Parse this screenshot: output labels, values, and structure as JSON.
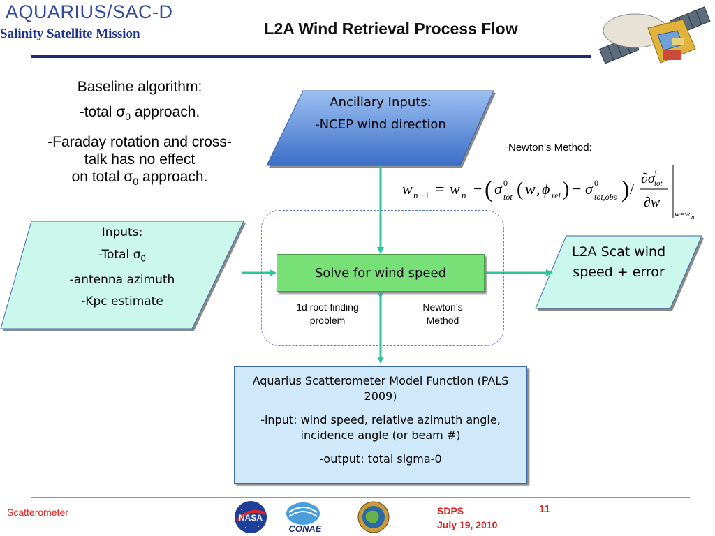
{
  "header": {
    "brand": "AQUARIUS/SAC-D",
    "subtitle": "Salinity Satellite Mission",
    "title": "L2A Wind Retrieval Process Flow"
  },
  "baseline": {
    "line1": "Baseline algorithm:",
    "line2_pre": "-total σ",
    "line2_sub": "0",
    "line2_post": " approach.",
    "line3": "-Faraday rotation and cross-talk has no effect",
    "line4_pre": "on total σ",
    "line4_sub": "0",
    "line4_post": " approach."
  },
  "ancillary": {
    "line1": "Ancillary Inputs:",
    "line2": "-NCEP wind direction",
    "color_top": "#8fb6ee",
    "color_bottom": "#3f72c8"
  },
  "inputs": {
    "line1": "Inputs:",
    "line2_pre": "-Total σ",
    "line2_sub": "0",
    "line3": "-antenna azimuth",
    "line4": "-Kpc estimate",
    "color": "#ccf7ec"
  },
  "solve": {
    "label": "Solve for wind speed",
    "color": "#77e077"
  },
  "notes": {
    "left": "1d root-finding problem",
    "right": "Newton’s Method"
  },
  "output": {
    "line1": "L2A Scat wind speed + error",
    "color": "#ccf7ec"
  },
  "model": {
    "line1": "Aquarius Scatterometer Model Function (PALS 2009)",
    "line2": "-input: wind speed, relative azimuth angle, incidence angle (or beam #)",
    "line3": "-output: total sigma-0",
    "color": "#cfe9fb"
  },
  "newton": {
    "label": "Newton’s Method:"
  },
  "footer": {
    "left": "Scatterometer",
    "sdps": "SDPS",
    "date": "July 19, 2010",
    "page": "11",
    "logos": [
      "nasa-logo",
      "conae-logo",
      "asi-logo"
    ],
    "logo_text": {
      "nasa": "NASA",
      "conae": "CONAE"
    }
  },
  "colors": {
    "arrow": "#2ec4a0",
    "rule": "#1a2c7a",
    "footer_text": "#e0201a"
  }
}
